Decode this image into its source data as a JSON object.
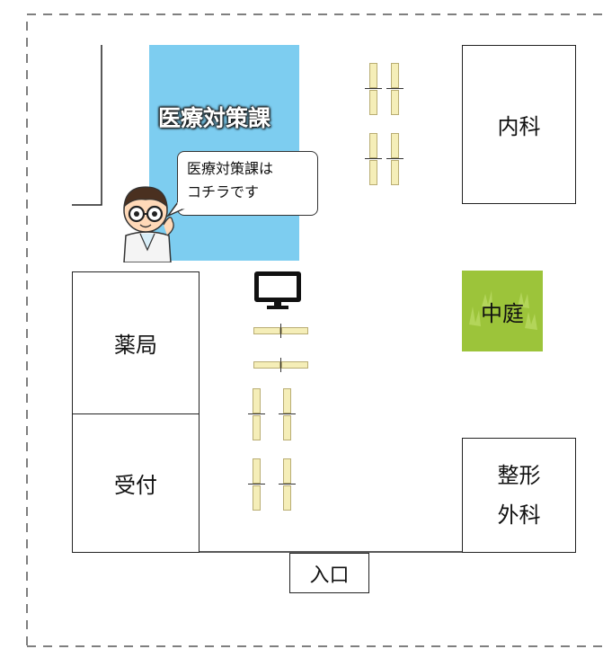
{
  "rooms": {
    "naika": "内科",
    "yakkyoku": "薬局",
    "uketsuke": "受付",
    "seikei_line1": "整形",
    "seikei_line2": "外科",
    "iryou_taisakuka": "医療対策課",
    "nakaniwa": "中庭",
    "iriguchi": "入口"
  },
  "speech_bubble": {
    "line1": "医療対策課は",
    "line2": "コチラです"
  },
  "colors": {
    "iryou_taisakuka_fill": "#7dcdf0",
    "nakaniwa_fill": "#9cc43a",
    "bench_fill": "#f5eeb8",
    "boundary_dash": "#555555"
  },
  "icons": [
    "monitor-icon",
    "doctor-character-icon",
    "grass-icon"
  ]
}
